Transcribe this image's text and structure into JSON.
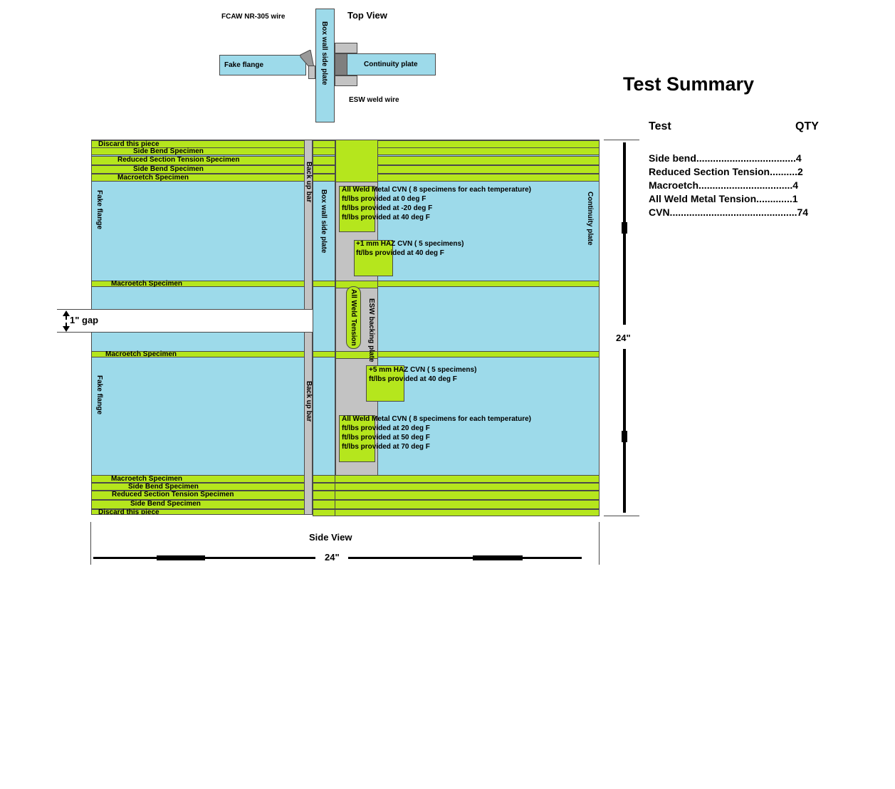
{
  "top_view": {
    "title": "Top View",
    "fcaw_label": "FCAW NR-305 wire",
    "fake_flange": "Fake flange",
    "box_wall": "Box wall side plate",
    "continuity_plate": "Continuity plate",
    "esw_wire": "ESW weld wire"
  },
  "side_view": {
    "title": "Side View",
    "width_dim": "24\"",
    "height_dim": "24\"",
    "gap_label": "1\" gap",
    "top_strips": [
      "Discard this piece",
      "Side Bend Specimen",
      "Reduced Section Tension Specimen",
      "Side Bend Specimen",
      "Macroetch Specimen"
    ],
    "bottom_strips": [
      "Macroetch Specimen",
      "Side Bend Specimen",
      "Reduced Section Tension Specimen",
      "Side Bend Specimen",
      "Discard this piece"
    ],
    "macro_mid_upper": "Macroetch Specimen",
    "macro_mid_lower": "Macroetch Specimen",
    "fake_flange_upper": "Fake flange",
    "fake_flange_lower": "Fake flange",
    "backup_bar_upper": "Back up bar",
    "backup_bar_lower": "Back up bar",
    "box_wall": "Box wall side plate",
    "continuity_plate": "Continuity plate",
    "esw_backing": "ESW backing plate",
    "weld_tension": "All Weld Tension",
    "cvn_upper": [
      "All Weld Metal CVN ( 8 specimens for each temperature)",
      "ft/lbs provided at 0 deg F",
      "ft/lbs provided at -20 deg F",
      "ft/lbs provided at 40 deg F"
    ],
    "haz1": [
      "+1 mm HAZ CVN ( 5 specimens)",
      "ft/lbs provided at 40 deg F"
    ],
    "haz5": [
      "+5 mm HAZ CVN ( 5 specimens)",
      "ft/lbs provided at 40 deg F"
    ],
    "cvn_lower": [
      "All Weld Metal CVN ( 8 specimens for each temperature)",
      "ft/lbs provided at 20 deg F",
      "ft/lbs provided at 50 deg F",
      "ft/lbs provided at 70 deg F"
    ]
  },
  "summary": {
    "title": "Test Summary",
    "col_test": "Test",
    "col_qty": "QTY",
    "rows": [
      "Side bend....................................4",
      "Reduced Section Tension..........2",
      "Macroetch..................................4",
      "All Weld Metal Tension.............1",
      "CVN..............................................74"
    ]
  },
  "colors": {
    "plate": "#9ddaea",
    "specimen": "#b5e61d",
    "backing": "#c3c3c3",
    "outline": "#4a4a4a"
  }
}
